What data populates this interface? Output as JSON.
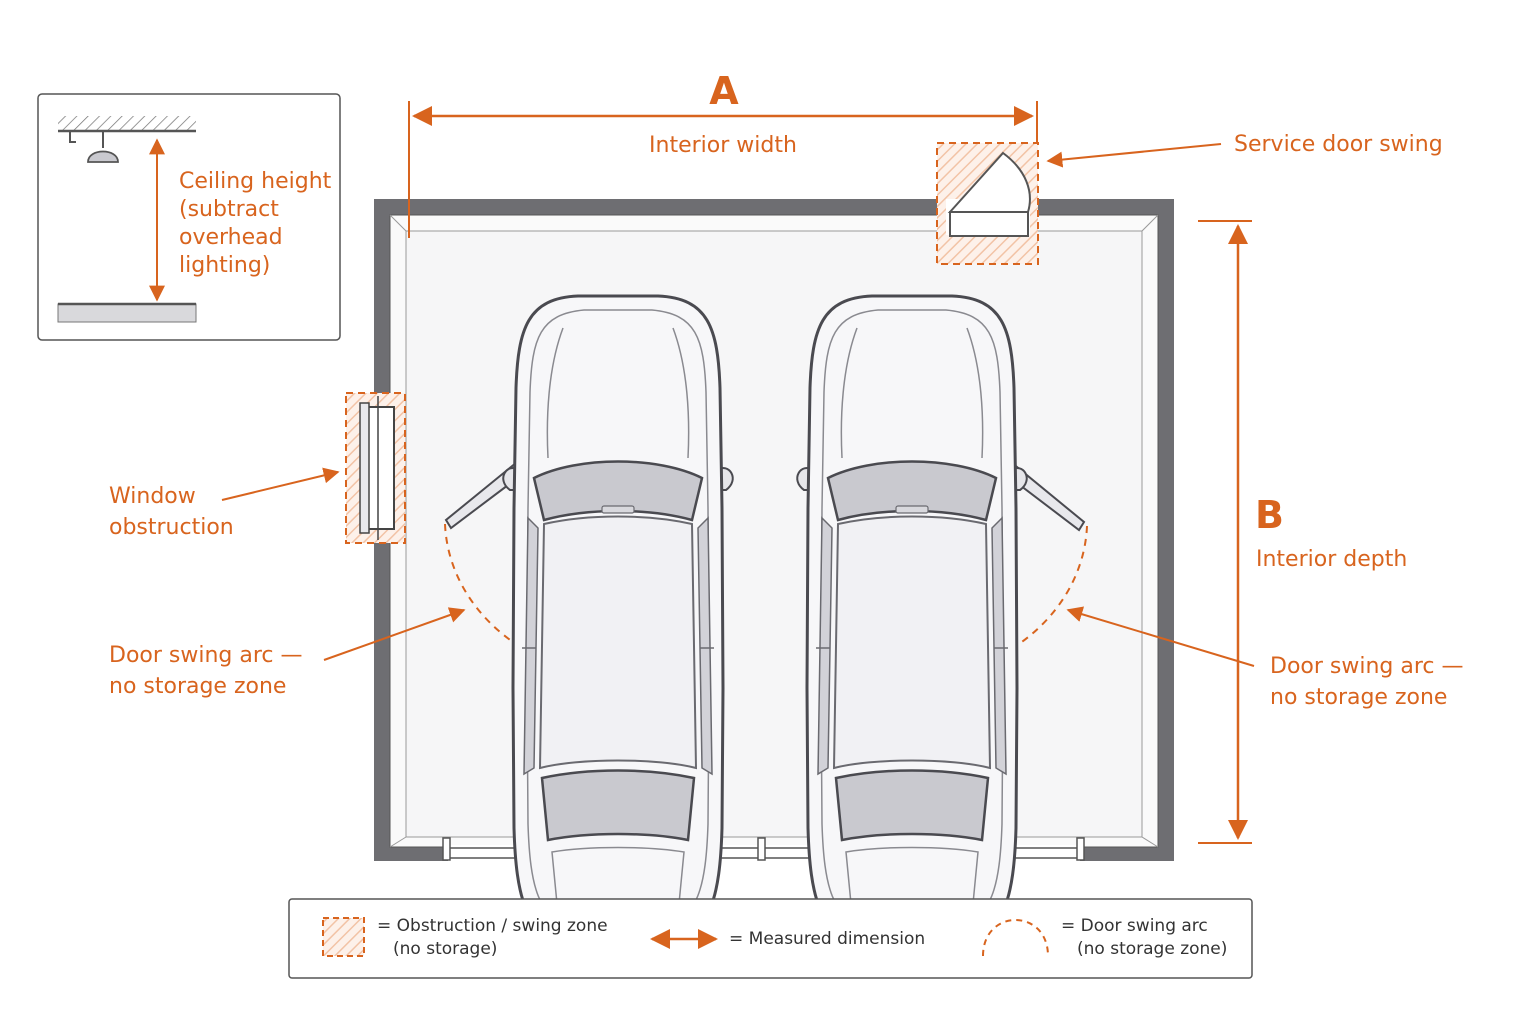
{
  "colors": {
    "accent": "#d8641e",
    "wall": "#6e6e72",
    "floor": "#f6f6f7",
    "car_stroke": "#4a4a50",
    "glass": "#c9c9cf"
  },
  "dimensions": {
    "a_letter": "A",
    "a_label": "Interior width",
    "b_letter": "B",
    "b_label": "Interior depth"
  },
  "ceiling": {
    "lines": [
      "Ceiling height",
      "(subtract",
      "overhead",
      "lighting)"
    ]
  },
  "callouts": {
    "service_door": "Service door swing",
    "window": [
      "Window",
      "obstruction"
    ],
    "door_arc_left": [
      "Door swing arc —",
      "no storage zone"
    ],
    "door_arc_right": [
      "Door swing arc —",
      "no storage zone"
    ]
  },
  "legend": {
    "obstruction": [
      "= Obstruction / swing zone",
      "(no storage)"
    ],
    "measured": "= Measured dimension",
    "arc": [
      "= Door swing arc",
      "(no storage zone)"
    ]
  }
}
